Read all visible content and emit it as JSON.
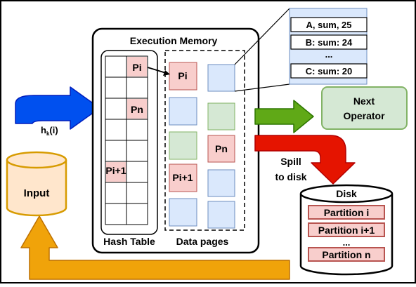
{
  "execution_memory": {
    "title": "Execution Memory",
    "hash_table_label": "Hash Table",
    "data_pages_label": "Data pages",
    "hash_slots": {
      "pi": "Pi",
      "pn": "Pn",
      "pi1": "Pi+1"
    },
    "pages": {
      "pi": "Pi",
      "pn": "Pn",
      "pi1": "Pi+1"
    }
  },
  "hash_function": {
    "h": "h",
    "sub": "k",
    "arg": "(i)"
  },
  "page_detail": {
    "rows": [
      "A, sum, 25",
      "B: sum: 24",
      "...",
      "C: sum: 20"
    ]
  },
  "next_operator": {
    "line1": "Next",
    "line2": "Operator"
  },
  "spill": {
    "line1": "Spill",
    "line2": "to disk"
  },
  "input": {
    "label": "Input"
  },
  "disk": {
    "label": "Disk",
    "partitions": [
      "Partition i",
      "Partition i+1",
      "...",
      "Partition n"
    ]
  },
  "colors": {
    "pink_fill": "#f8cecc",
    "pink_stroke": "#b85450",
    "blue_fill": "#dae8fc",
    "blue_stroke": "#6c8ebf",
    "green_fill": "#d5e8d4",
    "green_stroke": "#82b366",
    "orange_fill": "#ffe6cc",
    "orange_stroke": "#d79b00",
    "blue_arrow": "#0050ef",
    "green_arrow": "#60a917",
    "red_arrow": "#e51400",
    "orange_arrow": "#f0a30a"
  }
}
